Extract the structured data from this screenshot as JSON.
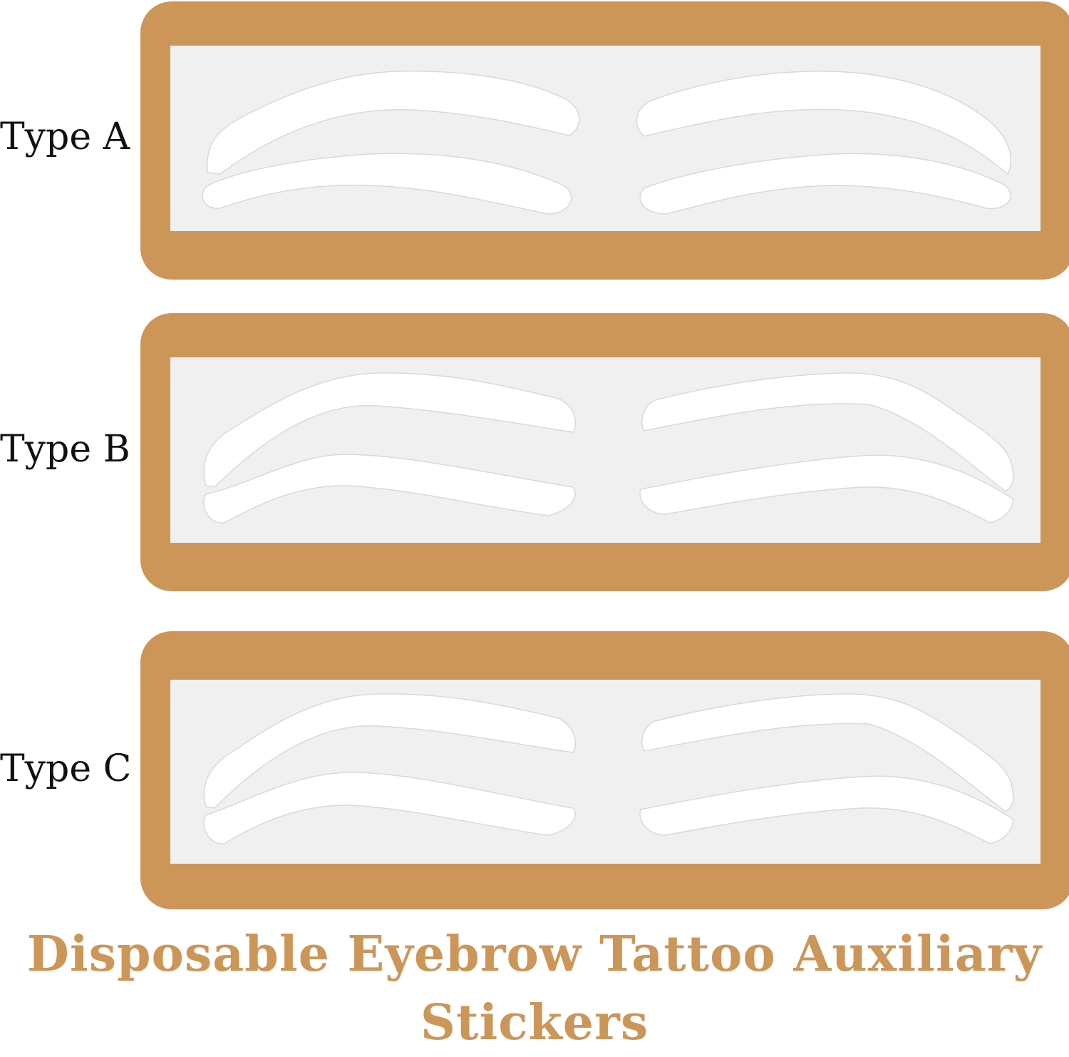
{
  "colors": {
    "frame": "#CC9659",
    "backing": "#F0F0F0",
    "stencil": "#FFFFFF",
    "title": "#CC9659",
    "label": "#111111"
  },
  "sheets": [
    {
      "label": "Type A"
    },
    {
      "label": "Type B"
    },
    {
      "label": "Type C"
    }
  ],
  "title": {
    "line1": "Disposable Eyebrow Tattoo Auxiliary",
    "line2": "Stickers"
  }
}
